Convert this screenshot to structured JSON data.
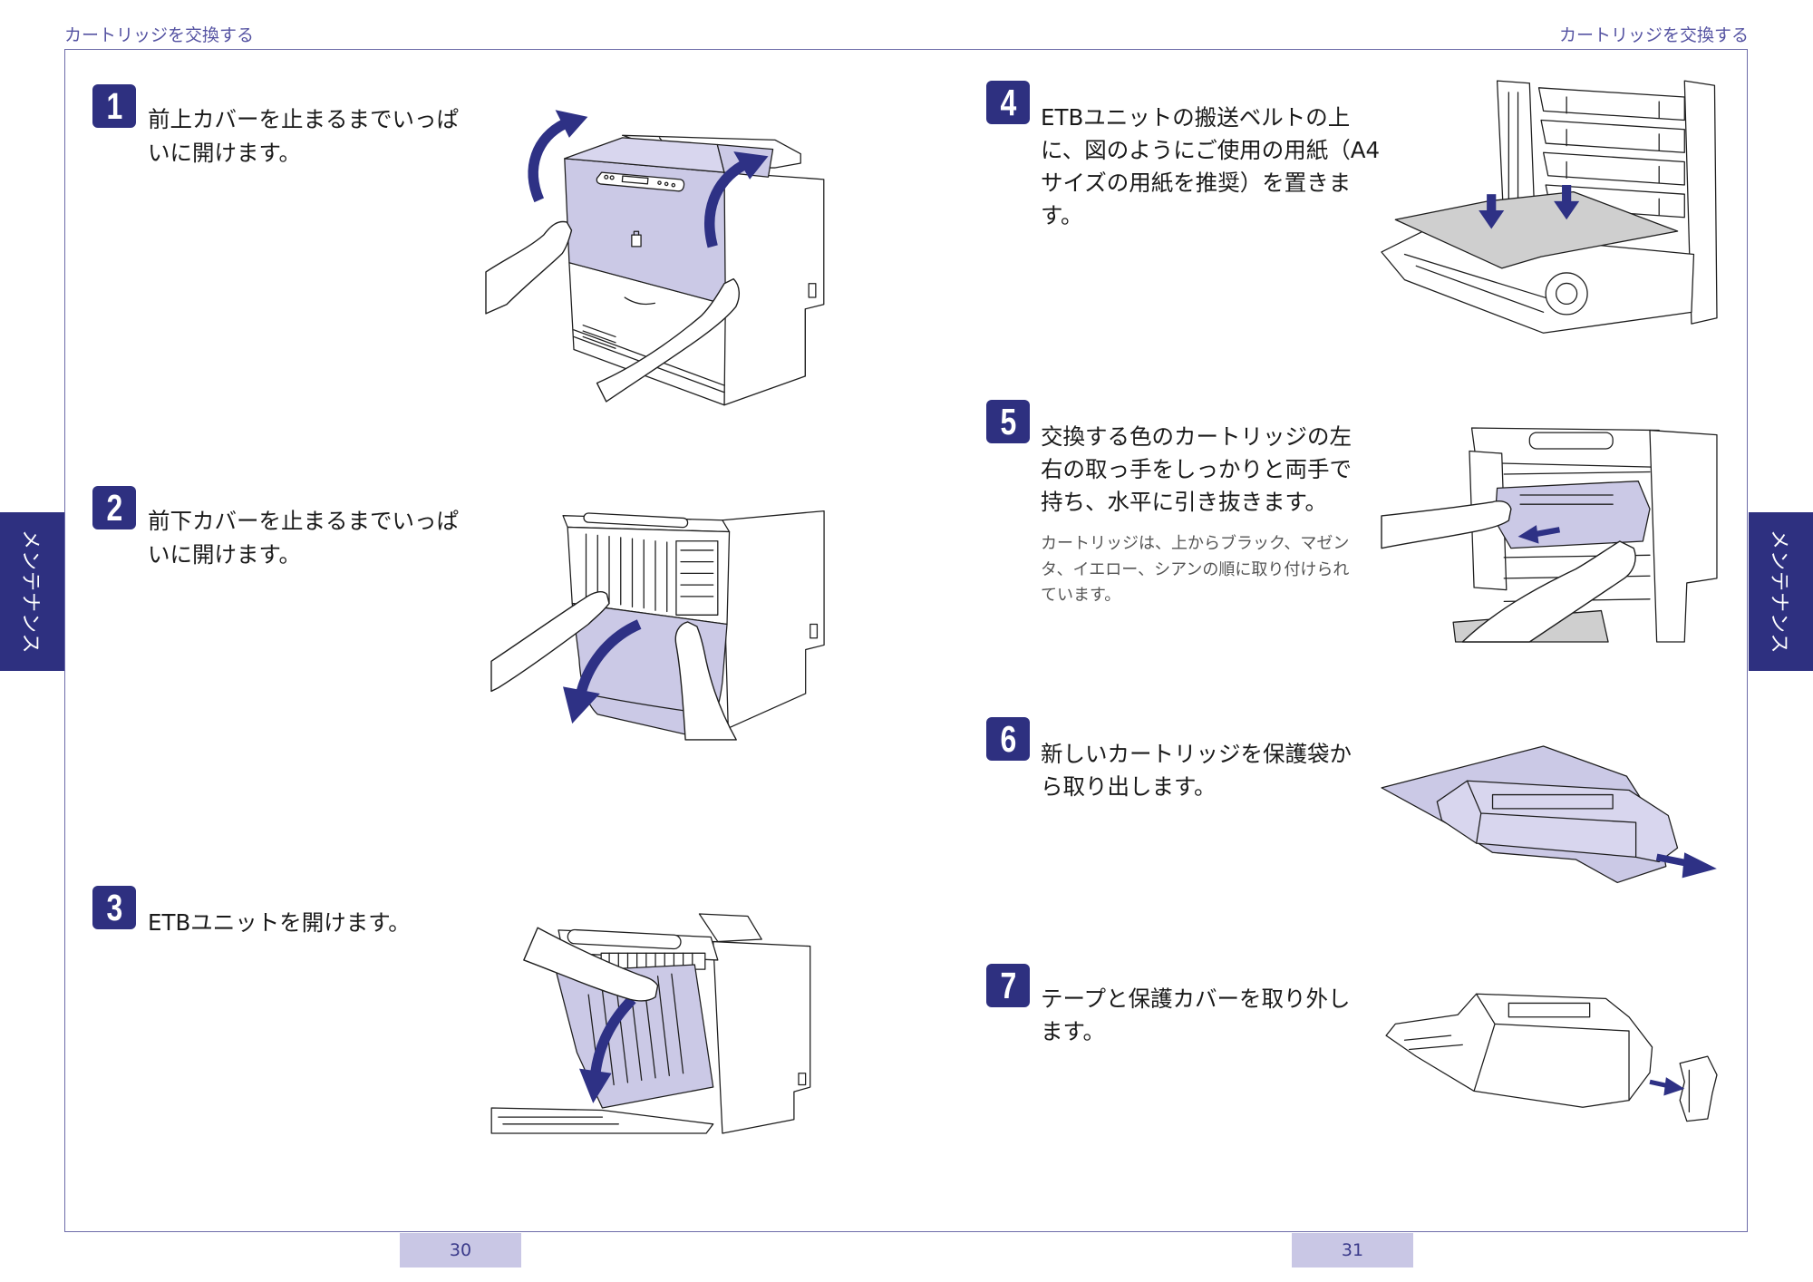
{
  "header": {
    "left_title": "カートリッジを交換する",
    "right_title": "カートリッジを交換する"
  },
  "side_tabs": {
    "left_label": "メンテナンス",
    "right_label": "メンテナンス"
  },
  "page_numbers": {
    "left": "30",
    "right": "31"
  },
  "steps": [
    {
      "number": "1",
      "lines": [
        "前上カバーを止まるまでいっぱ",
        "いに開けます。"
      ]
    },
    {
      "number": "2",
      "lines": [
        "前下カバーを止まるまでいっぱ",
        "いに開けます。"
      ]
    },
    {
      "number": "3",
      "lines": [
        "ETBユニットを開けます。"
      ]
    },
    {
      "number": "4",
      "lines": [
        "ETBユニットの搬送ベルトの上",
        "に、図のようにご使用の用紙（A4",
        "サイズの用紙を推奨）を置きま",
        "す。"
      ]
    },
    {
      "number": "5",
      "lines": [
        "交換する色のカートリッジの左",
        "右の取っ手をしっかりと両手で",
        "持ち、水平に引き抜きます。"
      ],
      "note_lines": [
        "カートリッジは、上からブラック、マゼン",
        "タ、イエロー、シアンの順に取り付けられ",
        "ています。"
      ]
    },
    {
      "number": "6",
      "lines": [
        "新しいカートリッジを保護袋か",
        "ら取り出します。"
      ]
    },
    {
      "number": "7",
      "lines": [
        "テープと保護カバーを取り外し",
        "ます。"
      ]
    }
  ],
  "colors": {
    "accent": "#2e3080",
    "header_text": "#5553a2",
    "frame_line": "#6d6ca9",
    "page_number_bg": "#c9c7e5",
    "illustration_fill": "#cbc9e6",
    "arrow": "#2e3185"
  }
}
